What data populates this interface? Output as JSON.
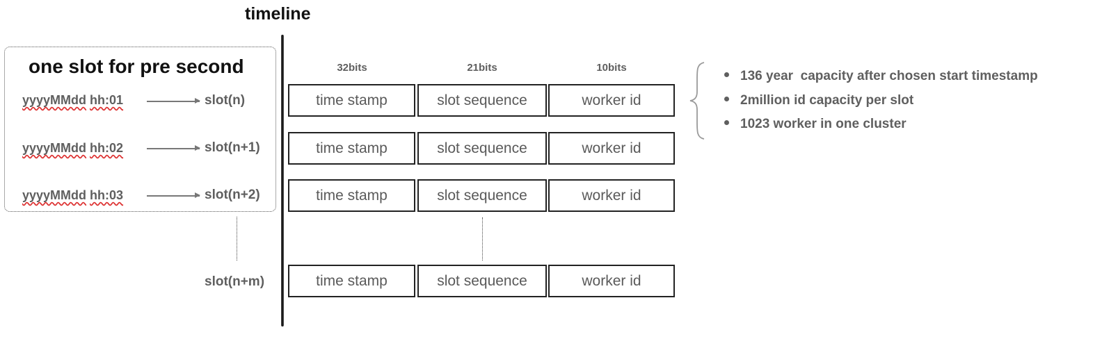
{
  "diagram": {
    "title": "timeline",
    "slot_box_title": "one slot for pre second",
    "slot_rows": [
      {
        "timestamp_prefix": "yyyyMMdd",
        "timestamp_suffix": "hh:01",
        "slot": "slot(n)"
      },
      {
        "timestamp_prefix": "yyyyMMdd",
        "timestamp_suffix": "hh:02",
        "slot": "slot(n+1)"
      },
      {
        "timestamp_prefix": "yyyyMMdd",
        "timestamp_suffix": "hh:03",
        "slot": "slot(n+2)"
      }
    ],
    "last_slot": "slot(n+m)",
    "bit_headers": [
      "32bits",
      "21bits",
      "10bits"
    ],
    "id_fields": [
      "time stamp",
      "slot sequence",
      "worker id"
    ],
    "notes": [
      "136 year  capacity after chosen start timestamp",
      "2million id capacity per slot",
      "1023 worker in one cluster"
    ],
    "colors": {
      "text": "#5f5f5f",
      "title": "#111111",
      "border": "#222222",
      "underline": "#d33333"
    }
  }
}
